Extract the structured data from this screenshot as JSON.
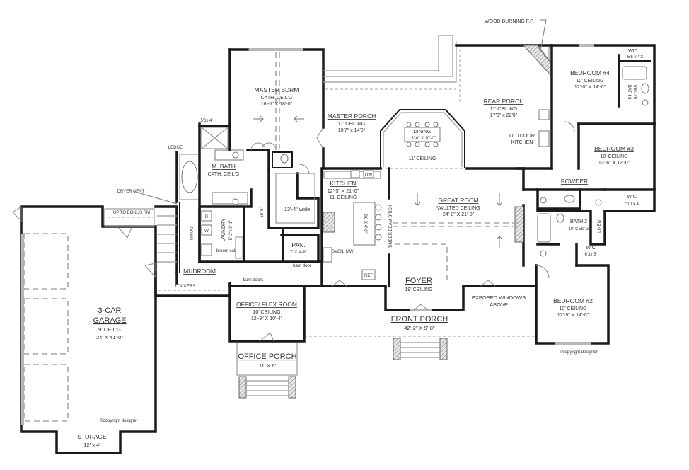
{
  "plan": {
    "annotations": {
      "wood_burning_fp": "WOOD BURNING F.P.",
      "ledge": "LEDGE",
      "dryer_vent": "DRYER VENT",
      "up_to_bonus": "UP TO BONUS  RM",
      "down": "DOWN",
      "lockers": "LOCKERS",
      "barn_doors": "barn doors",
      "barn_door": "barn door",
      "broom_cab": "broom cab",
      "hall_width": "13'-4\" wide",
      "hall_len": "16'-6\"",
      "shower_size": "5'6x 4'",
      "timber_beam": "TIMBER BEAM BRICK",
      "island": "8'6 X 4'-6\"",
      "oven_mw": "OVEN/ MW",
      "ref": "REF",
      "dw": "DW",
      "exposed_windows_1": "EXPOSED WINDOWS",
      "exposed_windows_2": "ABOVE",
      "copyright_1": "©copyright designer",
      "copyright_2": "©copyright designer",
      "linen": "LINEN"
    },
    "rooms": {
      "master_bdrm": {
        "name": "MASTER BDRM",
        "line1": "CATH. CEIL'G",
        "line2": "16'-0\" X 18'-0\""
      },
      "master_porch": {
        "name": "MASTER PORCH",
        "line1": "11' CEILING",
        "line2": "10'7\" x 14'0\""
      },
      "dining": {
        "name": "DINING",
        "line1": "13'-6\" X 10'-0\"",
        "line2": "11' CEILING"
      },
      "rear_porch": {
        "name": "REAR PORCH",
        "line1": "11' CEILING",
        "line2": "17'0\" x 22'0\""
      },
      "outdoor_kitchen": {
        "name": "OUTDOOR",
        "line1": "KITCHEN"
      },
      "bedroom4": {
        "name": "BEDROOM #4",
        "line1": "10' CEILING",
        "line2": "12'-0\" X 14'-0\""
      },
      "wic_b4": {
        "name": "WIC",
        "line1": "5'6 x 4'2"
      },
      "bath3": {
        "name": "BATH 3",
        "line1": "5'8x 7'6"
      },
      "bedroom3": {
        "name": "BEDROOM #3",
        "line1": "10' CEILING",
        "line2": "13'-6\" X 12'-0\""
      },
      "powder": {
        "name": "POWDER"
      },
      "wic_b3": {
        "name": "WIC",
        "line1": "7'10 x 4'"
      },
      "bath2": {
        "name": "BATH  2",
        "line1": "10' CEIL'G"
      },
      "wic_b2": {
        "name": "WIC",
        "line1": "6'3x 5'"
      },
      "bedroom2": {
        "name": "BEDROOM #2",
        "line1": "10' CEILING",
        "line2": "12'-9\" X 14'-0\""
      },
      "m_bath": {
        "name": "M. BATH",
        "line1": "CATH. CEIL'G"
      },
      "kitchen": {
        "name": "KITCHEN",
        "line1": "12'-5\" X 21'-0\"",
        "line2": "11' CEILING"
      },
      "great_room": {
        "name": "GREAT ROOM",
        "line1": "VAULTED CEILING",
        "line2": "24'-0\" X 21'-0\""
      },
      "foyer": {
        "name": "FOYER",
        "line1": "19' CEILING"
      },
      "laundry": {
        "name": "LAUNDRY",
        "line1": "5'-2\"x 9'-1\""
      },
      "pantry": {
        "name": "PAN.",
        "line1": "7' X 4'-6\""
      },
      "mudroom": {
        "name": "MUDROOM"
      },
      "office": {
        "name": "OFFICE/ FLEX ROOM",
        "line1": "10' CEILING",
        "line2": "12'-9\" X 10'-4\""
      },
      "office_porch": {
        "name": "OFFICE PORCH",
        "line1": "11' X 6'"
      },
      "front_porch": {
        "name": "FRONT PORCH",
        "line1": "42'-2\" X 9'-8\""
      },
      "garage": {
        "name": "3-CAR",
        "name2": "GARAGE",
        "line1": "9' CEIL'G",
        "line2": "24' X 41'-0\""
      },
      "storage": {
        "name": "STORAGE",
        "line1": "12' x 4'"
      }
    },
    "colors": {
      "wall": "#1a1a1a",
      "outline": "#9a9a9a",
      "dash": "#a8a8a8",
      "text": "#333333"
    }
  }
}
